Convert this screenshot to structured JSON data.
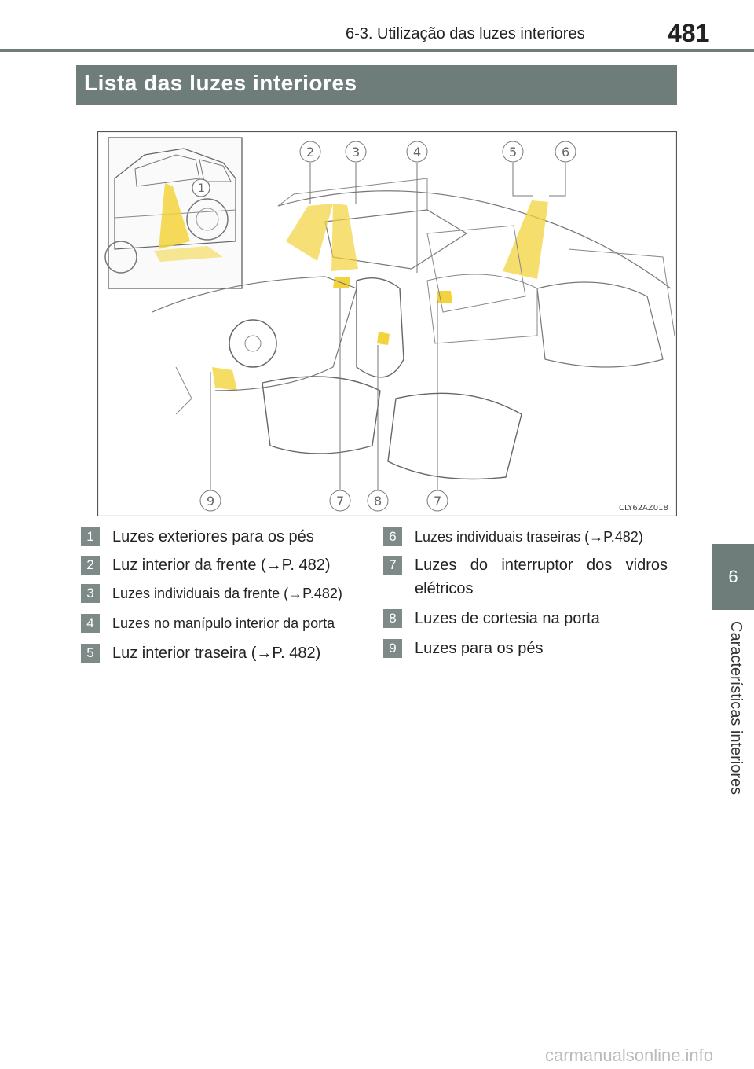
{
  "header": {
    "running_head": "6-3. Utilização das luzes interiores",
    "page_number": "481"
  },
  "side_tab": {
    "chapter_number": "6",
    "chapter_label": "Características interiores"
  },
  "section": {
    "title": "Lista das luzes interiores"
  },
  "figure": {
    "code": "CLY62AZ018",
    "callouts": [
      "1",
      "2",
      "3",
      "4",
      "5",
      "6",
      "7",
      "8",
      "9",
      "7"
    ],
    "colors": {
      "light_beam": "#f2d33b",
      "line_art": "#555555",
      "frame": "#555555",
      "callout": "#777777"
    }
  },
  "legend": {
    "items": [
      {
        "number": "1",
        "text": "Luzes exteriores para os pés"
      },
      {
        "number": "2",
        "text": "Luz interior da frente (→P. 482)"
      },
      {
        "number": "3",
        "text": "Luzes individuais da frente (→P.482)"
      },
      {
        "number": "4",
        "text": "Luzes no manípulo interior da porta"
      },
      {
        "number": "5",
        "text": "Luz interior traseira (→P. 482)"
      },
      {
        "number": "6",
        "text": "Luzes individuais traseiras (→P.482)"
      },
      {
        "number": "7",
        "text": "Luzes do interruptor dos vidros elétricos"
      },
      {
        "number": "8",
        "text": "Luzes de cortesia na porta"
      },
      {
        "number": "9",
        "text": "Luzes para os pés"
      }
    ]
  },
  "watermark": "carmanualsonline.info"
}
